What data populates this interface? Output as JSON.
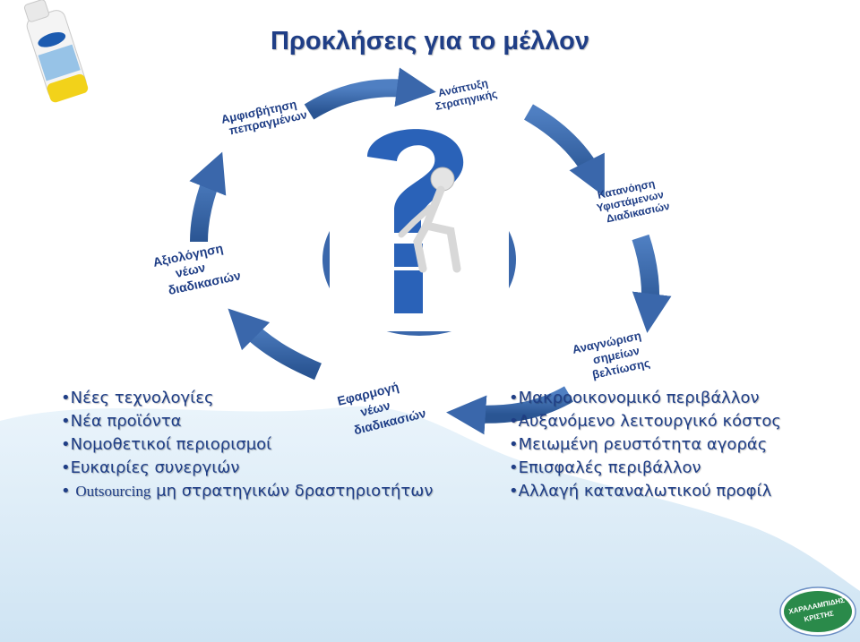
{
  "title": "Προκλήσεις για το μέλλον",
  "cycle_labels": {
    "challenge": [
      "Αμφισβήτηση",
      "πεπραγμένων"
    ],
    "strategy": [
      "Ανάπτυξη",
      "Στρατηγικής"
    ],
    "understanding": [
      "Κατανόηση",
      "Υφιστάμενων",
      "Διαδικασιών"
    ],
    "recognition": [
      "Αναγνώριση",
      "σημείων",
      "βελτίωσης"
    ],
    "application": [
      "Εφαρμογή",
      "νέων",
      "διαδικασιών"
    ],
    "evaluation": [
      "Αξιολόγηση",
      "νέων",
      "διαδικασιών"
    ]
  },
  "opportunities": [
    "Νέες τεχνολογίες",
    "Νέα προϊόντα",
    "Νομοθετικοί περιορισμοί",
    "Ευκαιρίες συνεργιών",
    "μη στρατηγικών δραστηριοτήτων"
  ],
  "opportunity_outsourcing_prefix": "Outsourcing",
  "threats": [
    "Μακροοικονομικό περιβάλλον",
    "Αυξανόμενο λειτουργικό κόστος",
    "Μειωμένη ρευστότητα αγοράς",
    "Επισφαλές περιβάλλον",
    "Αλλαγή καταναλωτικού προφίλ"
  ],
  "logo": {
    "text_line1": "ΧΑΡΑΛΑΜΠΙΔΗΣ",
    "text_line2": "ΚΡΙΣΤΗΣ"
  },
  "colors": {
    "title": "#1f3e86",
    "arrow": "#3a67ab",
    "arrow_dark": "#1f3e78",
    "water": "#dcebf6",
    "logo": "#2a8a4a"
  }
}
